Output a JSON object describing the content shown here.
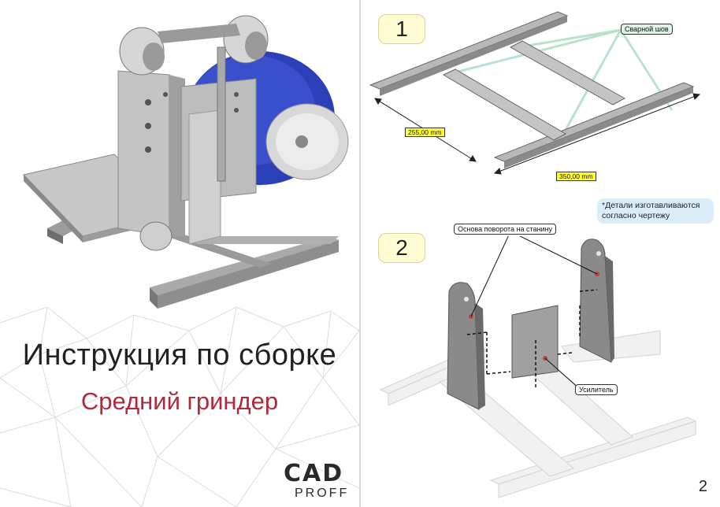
{
  "left_page": {
    "title": "Инструкция по сборке",
    "subtitle": "Средний гриндер",
    "logo": {
      "line1": "CAD",
      "line2": "PROFF"
    },
    "subtitle_color": "#b02a3c",
    "motor_color": "#2b3fb8"
  },
  "right_page": {
    "page_number": "2",
    "step1": {
      "number": "1",
      "weld_label": "Сварной шов",
      "dim_a": "255,00 mm",
      "dim_b": "350,00 mm"
    },
    "note": "*Детали изготавливаются согласно чертежу",
    "step2": {
      "number": "2",
      "pivot_label": "Основа поворота на станину",
      "reinforcement_label": "Усилитель"
    }
  },
  "icons": [
    "machine-illustration",
    "frame-drawing",
    "assembly-drawing"
  ]
}
